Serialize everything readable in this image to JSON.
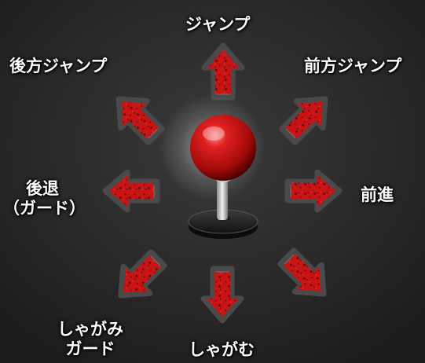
{
  "labels": {
    "jump": "ジャンプ",
    "back_jump": "後方ジャンプ",
    "forward_jump": "前方ジャンプ",
    "back_line1": "後退",
    "back_line2": "（ガード）",
    "forward": "前進",
    "crouch_guard_line1": "しゃがみ",
    "crouch_guard_line2": "ガード",
    "crouch": "しゃがむ"
  },
  "colors": {
    "background": "#2a2a2a",
    "arrow_red": "#c81414",
    "arrow_outline": "#7a7a7a",
    "ball_red": "#d11a1a",
    "text": "#ffffff"
  },
  "icons": {
    "joystick": "arcade-joystick-icon",
    "arrows": [
      "arrow-up-icon",
      "arrow-up-left-icon",
      "arrow-up-right-icon",
      "arrow-left-icon",
      "arrow-right-icon",
      "arrow-down-left-icon",
      "arrow-down-icon",
      "arrow-down-right-icon"
    ]
  }
}
